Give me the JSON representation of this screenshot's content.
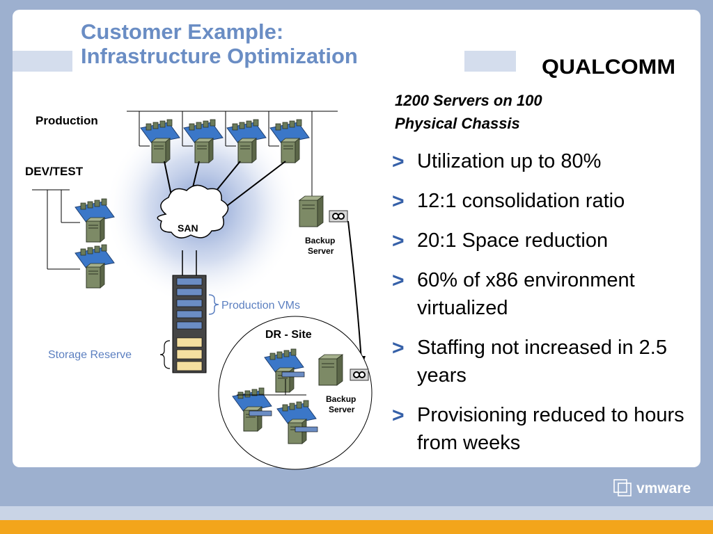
{
  "title": {
    "line1": "Customer Example:",
    "line2": "Infrastructure Optimization"
  },
  "logos": {
    "partner": "QUALCOMM",
    "vendor": "vmware"
  },
  "subheading": {
    "line1": "1200 Servers on 100",
    "line2": "Physical Chassis"
  },
  "bullets": [
    "Utilization up to 80%",
    "12:1 consolidation ratio",
    "20:1 Space reduction",
    "60% of x86 environment virtualized",
    "Staffing not increased in 2.5 years",
    "Provisioning reduced to hours from weeks"
  ],
  "bullet_marker": ">",
  "diagram": {
    "production_label": "Production",
    "devtest_label": "DEV/TEST",
    "san_label": "SAN",
    "backup_server_label_1": "Backup",
    "backup_server_label_2": "Server",
    "production_vms_label": "Production VMs",
    "storage_reserve_label": "Storage Reserve",
    "dr_site_label": "DR - Site",
    "dr_backup_label_1": "Backup",
    "dr_backup_label_2": "Server"
  },
  "colors": {
    "background": "#9db0cf",
    "title": "#6a8dc4",
    "bullet_marker": "#3560a8",
    "callout": "#5b7fc0",
    "footer_orange": "#f3a51b"
  }
}
